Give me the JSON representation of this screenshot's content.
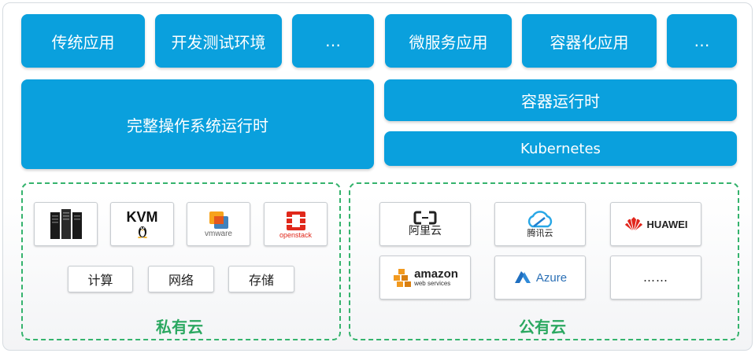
{
  "top_row": [
    {
      "label": "传统应用"
    },
    {
      "label": "开发测试环境"
    },
    {
      "label": "…"
    },
    {
      "label": "微服务应用"
    },
    {
      "label": "容器化应用"
    },
    {
      "label": "…"
    }
  ],
  "os_runtime": {
    "label": "完整操作系统运行时"
  },
  "container_runtime": {
    "label": "容器运行时"
  },
  "kubernetes": {
    "label": "Kubernetes"
  },
  "private_cloud": {
    "title": "私有云",
    "logos": [
      {
        "icon": "server-rack-icon"
      },
      {
        "icon": "kvm-logo",
        "text": "KVM"
      },
      {
        "icon": "vmware-logo",
        "text": "vmware"
      },
      {
        "icon": "openstack-logo",
        "text": "openstack"
      }
    ],
    "resources": [
      {
        "label": "计算"
      },
      {
        "label": "网络"
      },
      {
        "label": "存储"
      }
    ]
  },
  "public_cloud": {
    "title": "公有云",
    "logos": [
      {
        "icon": "aliyun-logo",
        "text": "阿里云"
      },
      {
        "icon": "tencent-cloud-logo",
        "text": "腾讯云"
      },
      {
        "icon": "huawei-logo",
        "text": "HUAWEI"
      },
      {
        "icon": "amazon-logo",
        "text": "amazon",
        "subtext": "web services"
      },
      {
        "icon": "azure-logo",
        "text": "Azure"
      },
      {
        "icon": "more-icon",
        "text": "……"
      }
    ]
  },
  "colors": {
    "primary_blue": "#0aa0dd",
    "green": "#35b36d",
    "openstack_red": "#e0281b",
    "huawei_red": "#e1261c",
    "amazon_orange": "#f29a1f"
  }
}
